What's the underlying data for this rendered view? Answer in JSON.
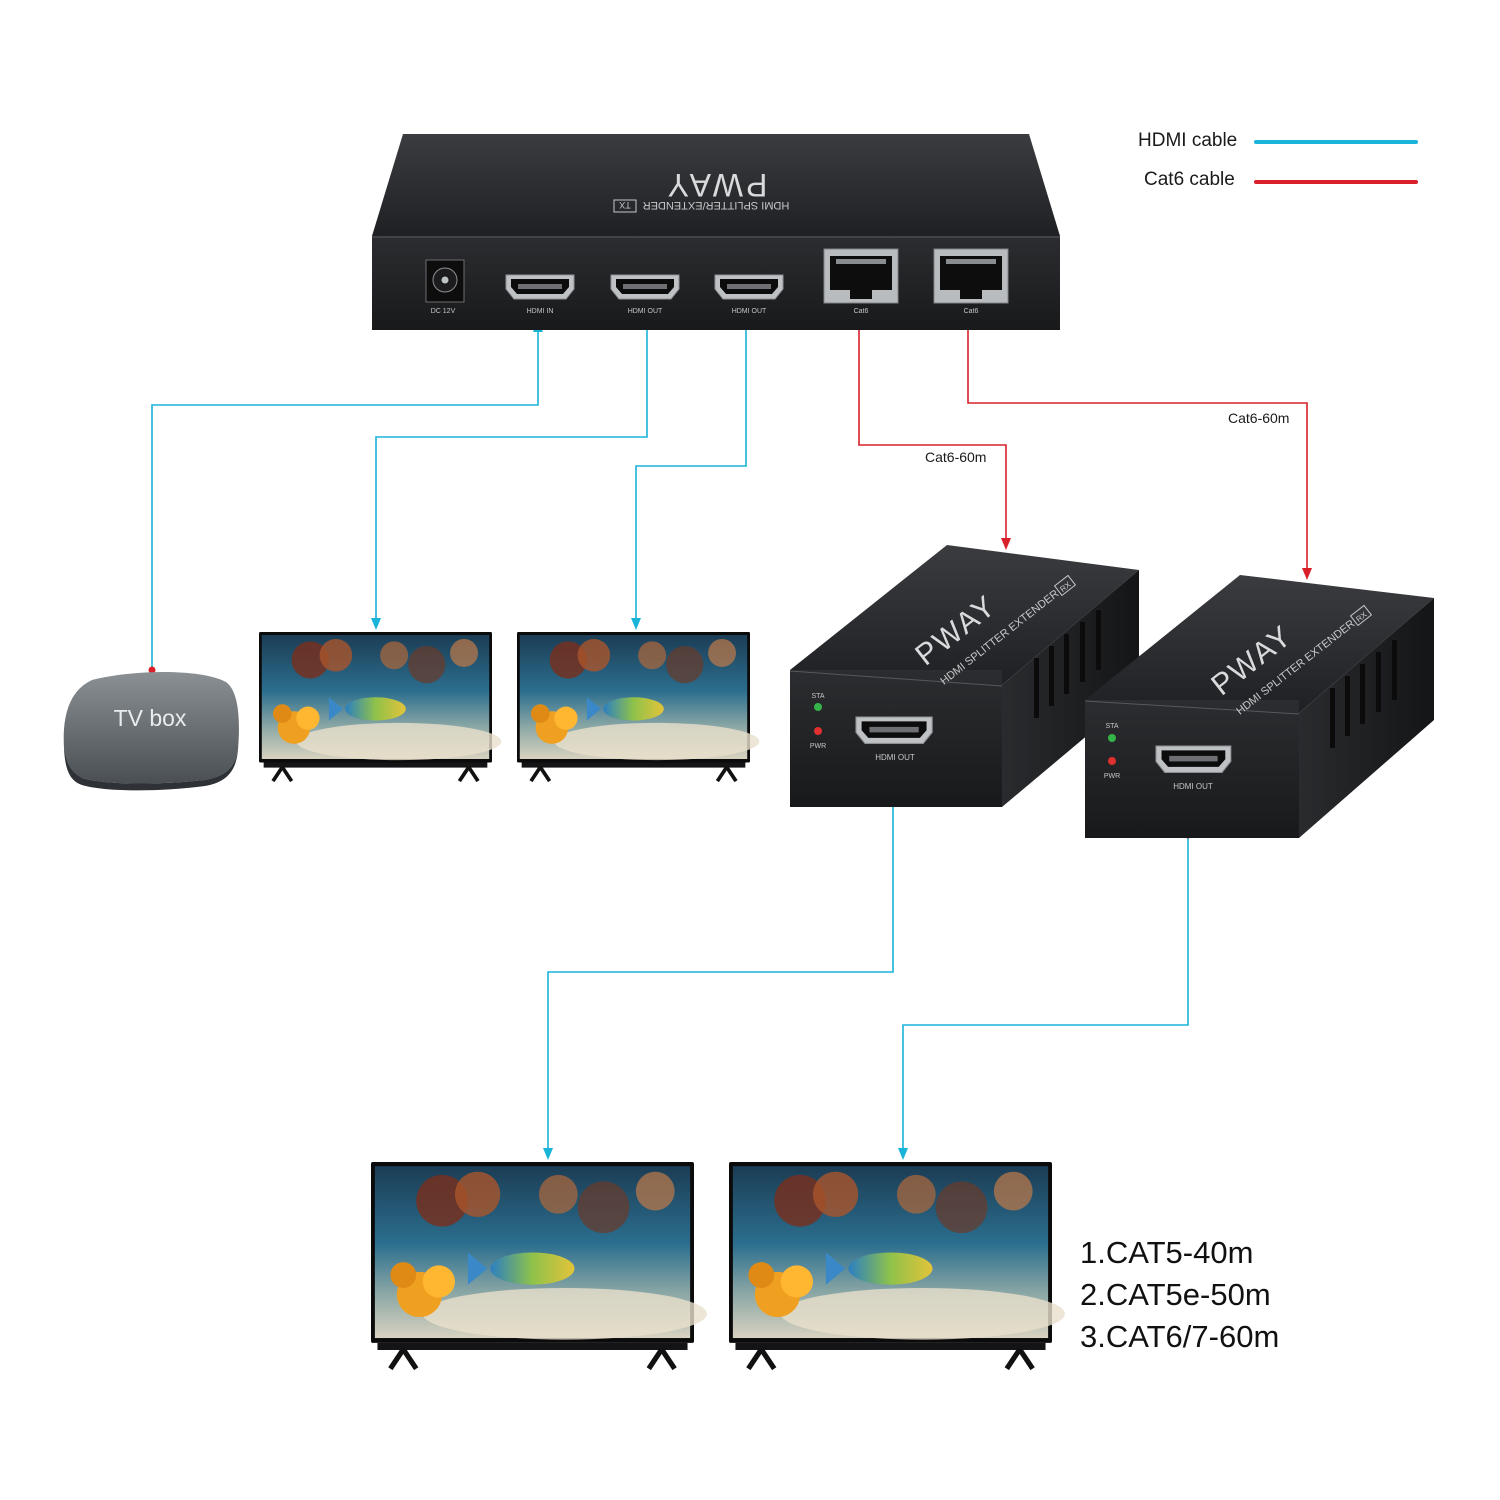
{
  "legend": {
    "hdmi_label": "HDMI cable",
    "cat6_label": "Cat6 cable",
    "hdmi_color": "#19b4d8",
    "cat6_color": "#d9202a"
  },
  "transmitter": {
    "brand": "PWAY",
    "model": "HDMI SPLITTER/EXTENDER",
    "badge": "TX",
    "ports": [
      {
        "label": "DC 12V"
      },
      {
        "label": "HDMI IN"
      },
      {
        "label": "HDMI OUT"
      },
      {
        "label": "HDMI OUT"
      },
      {
        "label": "Cat6"
      },
      {
        "label": "Cat6"
      }
    ]
  },
  "receivers": [
    {
      "brand": "PWAY",
      "model": "HDMI SPLITTER EXTENDER",
      "badge": "RX",
      "sta_label": "STA",
      "pwr_label": "PWR",
      "port_label": "HDMI OUT",
      "cable_label": "Cat6-60m"
    },
    {
      "brand": "PWAY",
      "model": "HDMI SPLITTER EXTENDER",
      "badge": "RX",
      "sta_label": "STA",
      "pwr_label": "PWR",
      "port_label": "HDMI OUT",
      "cable_label": "Cat6-60m"
    }
  ],
  "source": {
    "label": "TV box"
  },
  "specs": [
    "1.CAT5-40m",
    "2.CAT5e-50m",
    "3.CAT6/7-60m"
  ],
  "icons": [
    "tv-icon",
    "tv-box-icon",
    "hdmi-port-icon",
    "rj45-port-icon",
    "dc-jack-icon",
    "led-icon"
  ]
}
